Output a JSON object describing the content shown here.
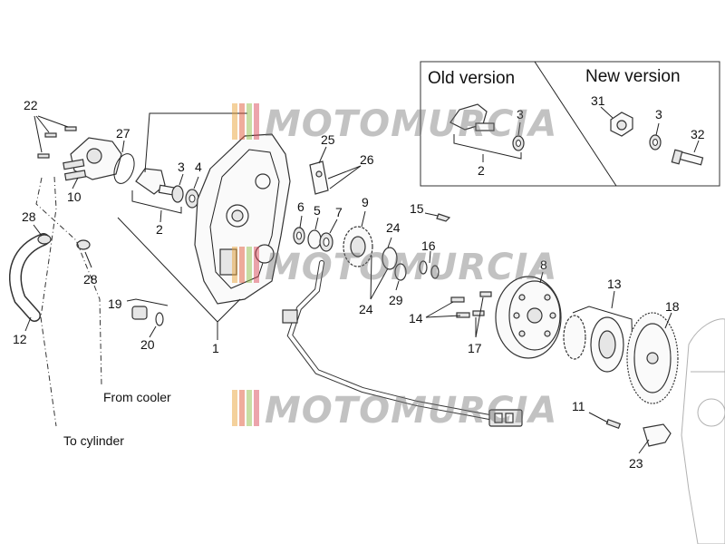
{
  "labels": {
    "p1": "1",
    "p2": "2",
    "p3": "3",
    "p4": "4",
    "p5": "5",
    "p6": "6",
    "p7": "7",
    "p8": "8",
    "p9": "9",
    "p10": "10",
    "p11": "11",
    "p12": "12",
    "p13": "13",
    "p14": "14",
    "p15": "15",
    "p16": "16",
    "p17": "17",
    "p18": "18",
    "p19": "19",
    "p20": "20",
    "p22": "22",
    "p23": "23",
    "p24": "24",
    "p25": "25",
    "p26": "26",
    "p27": "27",
    "p28": "28",
    "p29": "29",
    "p31": "31",
    "p32": "32"
  },
  "inset": {
    "old_version": "Old version",
    "new_version": "New version"
  },
  "notes": {
    "from_cooler": "From cooler",
    "to_cylinder": "To cylinder"
  },
  "watermark": "MOTOMURCIA"
}
